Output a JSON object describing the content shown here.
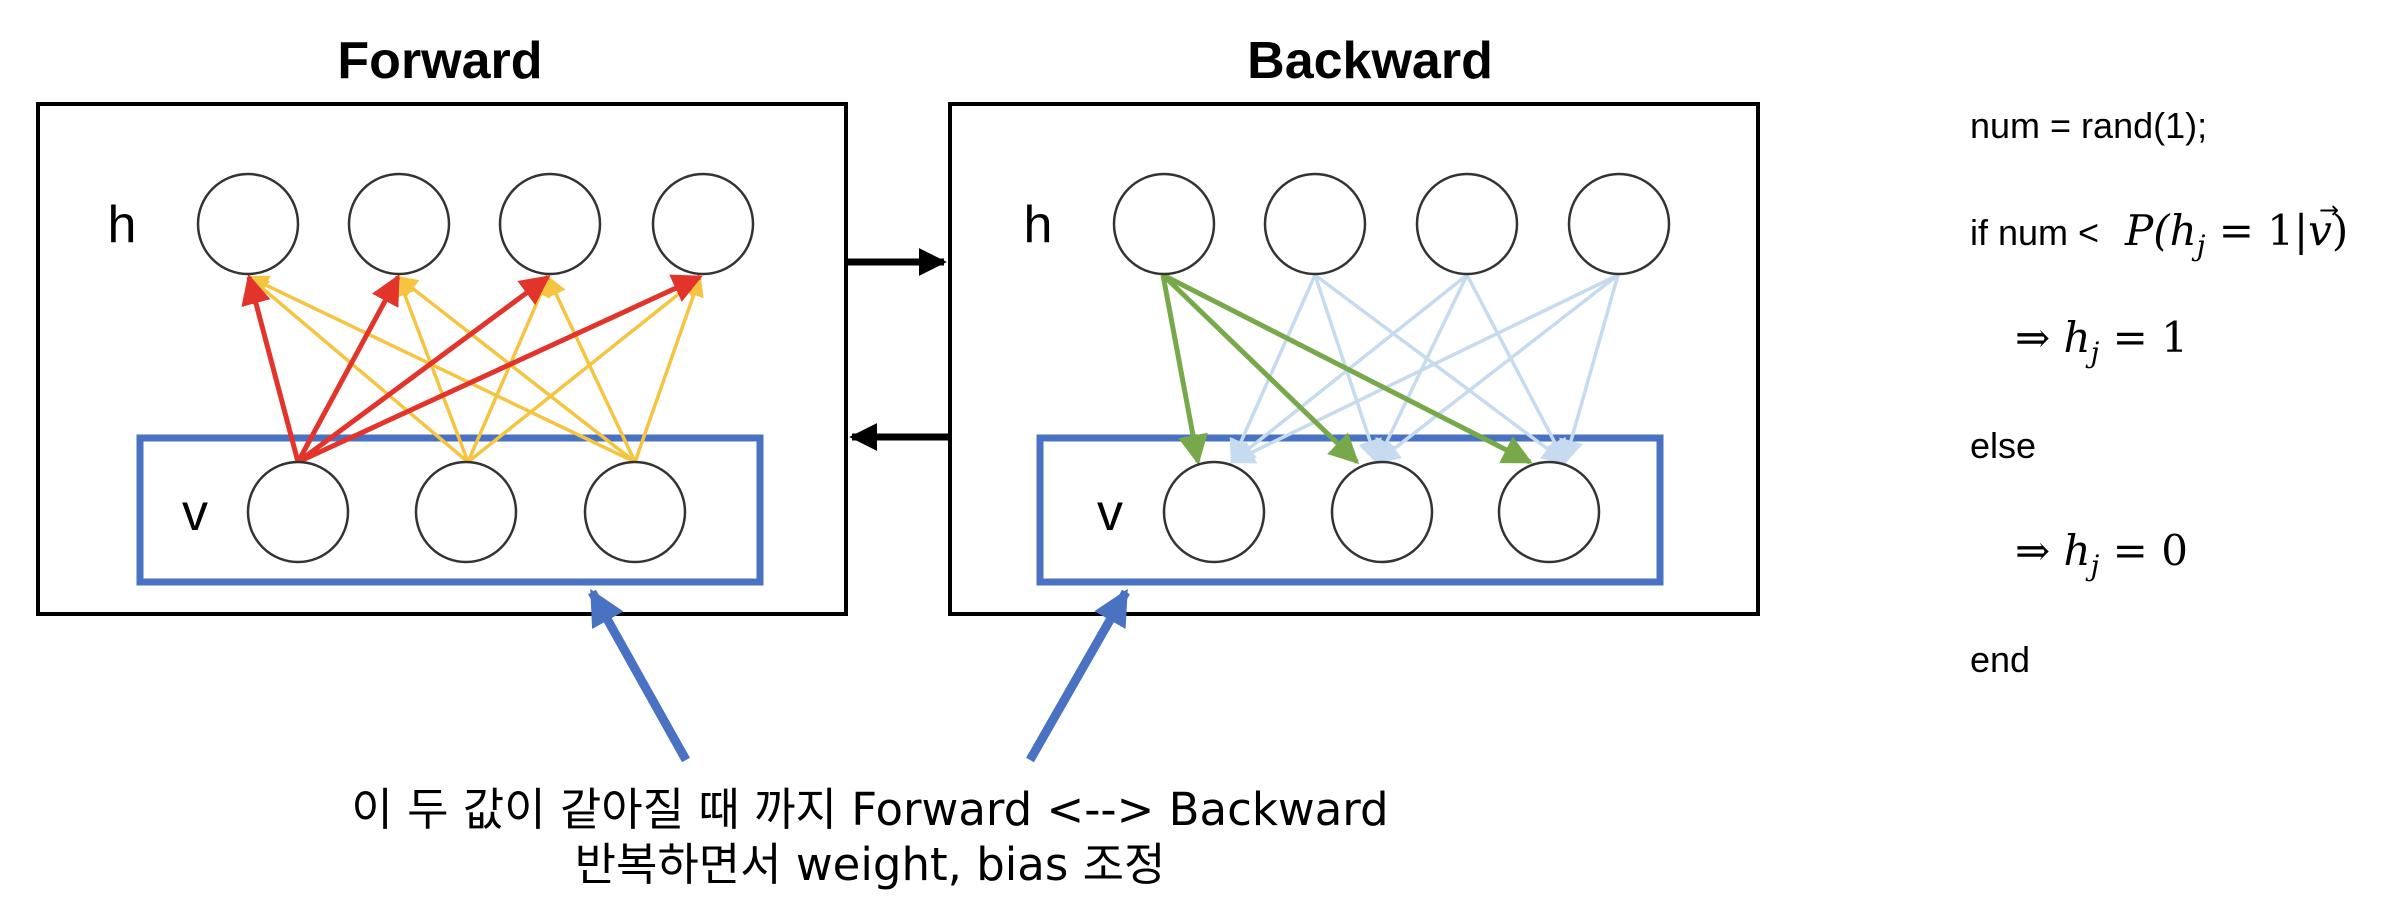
{
  "diagram": {
    "forward_title": "Forward",
    "backward_title": "Backward",
    "hidden_label": "h",
    "visible_label": "v",
    "caption_line1": "이 두 값이 같아질 때 까지 Forward <--> Backward",
    "caption_line2": "반복하면서 weight, bias 조정"
  },
  "colors": {
    "forward_active_edge": "#e3342b",
    "forward_edge": "#f5c542",
    "backward_active_edge": "#77a94a",
    "backward_edge": "#c6dbef",
    "visible_box": "#4a72c2",
    "pointer_arrow": "#4a72c2"
  },
  "pseudocode": {
    "line1": "num = rand(1);",
    "line2_prefix": "if num <",
    "line2_math": "P(hj = 1|v)",
    "line3": "⇒ hj = 1",
    "line4": "else",
    "line5": "⇒ hj = 0",
    "line6": "end"
  }
}
